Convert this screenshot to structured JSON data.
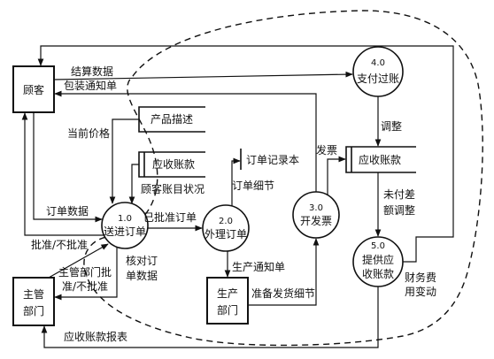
{
  "entities": {
    "customer": "顾客",
    "manager_line1": "主管",
    "manager_line2": "部门",
    "production_line1": "生产",
    "production_line2": "部门"
  },
  "processes": {
    "p1_num": "1.0",
    "p1_label": "送进订单",
    "p2_num": "2.0",
    "p2_label": "外理订单",
    "p3_num": "3.0",
    "p3_label": "开发票",
    "p4_num": "4.0",
    "p4_label": "支付过账",
    "p5_num": "5.0",
    "p5_label_line1": "提供应",
    "p5_label_line2": "收账款"
  },
  "stores": {
    "product_desc": "产品描述",
    "receivables_left": "应收账款",
    "order_records": "订单记录本",
    "receivables_right": "应收账款"
  },
  "flows": {
    "settlement_data": "结算数据",
    "packing_notice": "包装通知单",
    "current_price": "当前价格",
    "customer_account_status": "顾客账目状况",
    "order_data": "订单数据",
    "approve_reject": "批准/不批准",
    "manager_approve_line1": "主管部门批",
    "manager_approve_line2": "准/不批准",
    "verify_order_line1": "核对订",
    "verify_order_line2": "单数据",
    "approved_order": "已批准订单",
    "order_detail": "订单细节",
    "production_notice": "生产通知单",
    "ready_ship_detail": "准备发货细节",
    "invoice": "发票",
    "adjust": "调整",
    "unpaid_adjust_line1": "未付差",
    "unpaid_adjust_line2": "额调整",
    "finance_change_line1": "财务费",
    "finance_change_line2": "用变动",
    "receivables_report": "应收账款报表"
  }
}
